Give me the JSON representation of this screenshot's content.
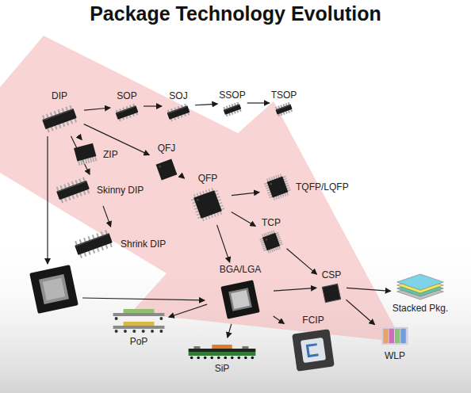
{
  "diagram": {
    "title": "Package Technology Evolution",
    "nodes": [
      {
        "text": [
          "DIP"
        ]
      },
      {
        "text": [
          "SOP"
        ]
      },
      {
        "text": [
          "SOJ"
        ]
      },
      {
        "text": [
          "SSOP"
        ]
      },
      {
        "text": [
          "TSOP"
        ]
      },
      {
        "text": [
          "ZIP"
        ]
      },
      {
        "text": [
          "QFJ"
        ]
      },
      {
        "text": [
          "Skinny DIP"
        ]
      },
      {
        "text": [
          "QFP"
        ]
      },
      {
        "text": [
          "TQFP/LQFP"
        ]
      },
      {
        "text": [
          "Shrink DIP"
        ]
      },
      {
        "text": [
          "TCP"
        ]
      },
      {
        "text": [
          "BGA/LGA"
        ]
      },
      {
        "text": [
          "CSP"
        ]
      },
      {
        "text": [
          "Stacked Pkg."
        ]
      },
      {
        "text": [
          "PoP"
        ]
      },
      {
        "text": [
          "SiP"
        ]
      },
      {
        "text": [
          "FCIP"
        ]
      },
      {
        "text": [
          "WLP"
        ]
      }
    ],
    "edges": [
      {
        "from": 0,
        "to": 1,
        "arrow": "to"
      },
      {
        "from": 1,
        "to": 2,
        "arrow": "to"
      },
      {
        "from": 2,
        "to": 3,
        "arrow": "to"
      },
      {
        "from": 3,
        "to": 4,
        "arrow": "to"
      },
      {
        "from": 0,
        "to": 5,
        "arrow": "to"
      },
      {
        "from": 0,
        "to": 6,
        "arrow": "to"
      },
      {
        "from": 0,
        "to": 7,
        "arrow": "to"
      },
      {
        "from": 7,
        "to": 10,
        "arrow": "to"
      },
      {
        "from": 6,
        "to": 8,
        "arrow": "to"
      },
      {
        "from": 8,
        "to": 9,
        "arrow": "to"
      },
      {
        "from": 8,
        "to": 11,
        "arrow": "to"
      },
      {
        "from": 8,
        "to": 12,
        "arrow": "to"
      },
      {
        "from": 11,
        "to": 13,
        "arrow": "to"
      },
      {
        "from": 12,
        "to": 13,
        "arrow": "to"
      },
      {
        "from": 13,
        "to": 14,
        "arrow": "to"
      },
      {
        "from": 13,
        "to": 18,
        "arrow": "to"
      },
      {
        "from": 12,
        "to": 15,
        "arrow": "to"
      },
      {
        "from": 12,
        "to": 16,
        "arrow": "to"
      },
      {
        "from": 12,
        "to": 17,
        "arrow": "to"
      }
    ]
  }
}
